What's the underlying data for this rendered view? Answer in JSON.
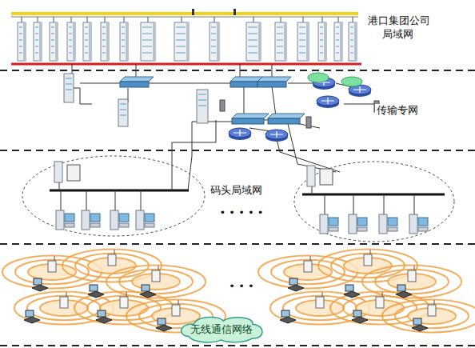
{
  "diagram": {
    "nodes": [
      {
        "text": [
          "无线通信网络"
        ]
      }
    ],
    "edges": [],
    "labels": [
      "港口集团公司 局域网",
      "传输专网",
      "码头局域网",
      "• • • • •",
      "• • •"
    ]
  }
}
